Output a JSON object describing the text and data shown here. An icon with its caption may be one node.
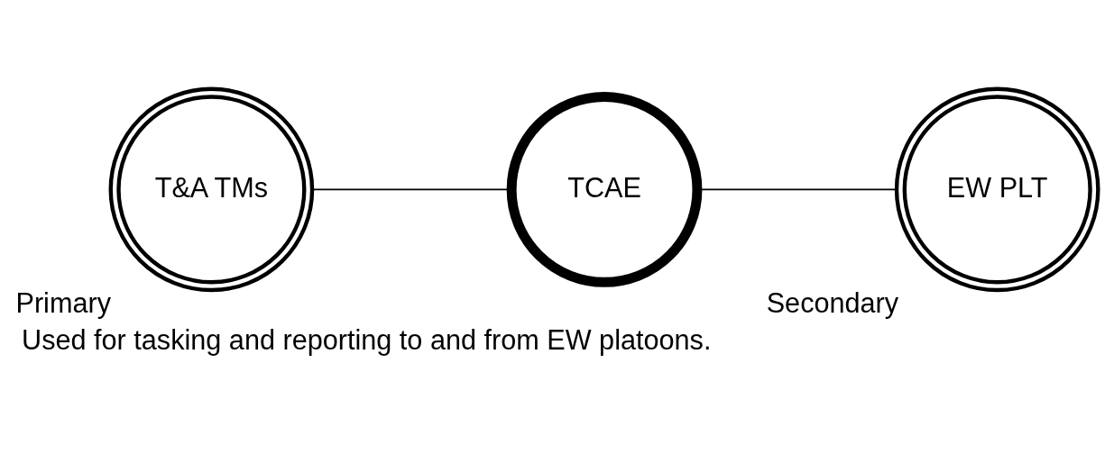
{
  "diagram": {
    "caption": "Used for tasking and reporting to and from EW platoons.",
    "nodes": [
      {
        "text": [
          "T&A TMs"
        ],
        "beside": [
          "Primary"
        ]
      },
      {
        "text": [
          "TCAE"
        ]
      },
      {
        "text": [
          "EW PLT"
        ],
        "beside": [
          "Secondary"
        ]
      }
    ],
    "edges": [
      {
        "from": 0,
        "to": 1,
        "arrow": "none"
      },
      {
        "from": 1,
        "to": 2,
        "arrow": "none"
      }
    ]
  }
}
